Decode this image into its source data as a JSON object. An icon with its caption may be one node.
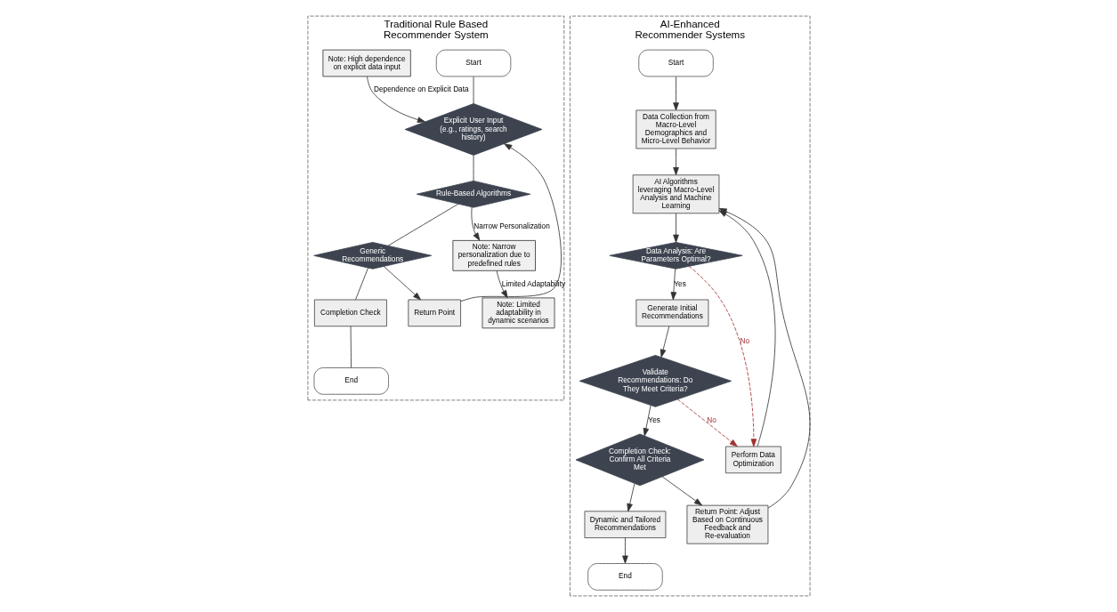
{
  "diagram": {
    "nodes": [
      {
        "text": [
          "Traditional Rule Based Recommender System"
        ]
      },
      {
        "text": [
          "Start"
        ],
        "in": 0
      },
      {
        "text": [
          "Explicit User Input (e.g., ratings, search history)"
        ],
        "in": 0
      },
      {
        "text": [
          "Rule-Based Algorithms"
        ],
        "in": 0
      },
      {
        "text": [
          "Generic Recommendations"
        ],
        "in": 0
      },
      {
        "text": [
          "Completion Check"
        ],
        "in": 0
      },
      {
        "text": [
          "End"
        ],
        "in": 0
      },
      {
        "text": [
          "Note: High dependence on explicit data input"
        ],
        "in": 0
      },
      {
        "text": [
          "Note: Narrow personalization due to predefined rules"
        ],
        "in": 0
      },
      {
        "text": [
          "Note: Limited adaptability in dynamic scenarios"
        ],
        "in": 0
      },
      {
        "text": [
          "Return Point"
        ],
        "in": 0
      },
      {
        "text": [
          "AI-Enhanced Recommender Systems"
        ]
      },
      {
        "text": [
          "Start"
        ],
        "in": 11
      },
      {
        "text": [
          "Data Collection from Macro-Level Demographics and Micro-Level Behavior"
        ],
        "in": 11
      },
      {
        "text": [
          "AI Algorithms leveraging Macro-Level Analysis and Machine Learning"
        ],
        "in": 11
      },
      {
        "text": [
          "Data Analysis: Are Parameters Optimal?"
        ],
        "in": 11
      },
      {
        "text": [
          "Generate Initial Recommendations"
        ],
        "in": 11
      },
      {
        "text": [
          "Validate Recommendations: Do They Meet Criteria?"
        ],
        "in": 11
      },
      {
        "text": [
          "Completion Check: Confirm All Criteria Met"
        ],
        "in": 11
      },
      {
        "text": [
          "Dynamic and Tailored Recommendations"
        ],
        "in": 11
      },
      {
        "text": [
          "End"
        ],
        "in": 11
      },
      {
        "text": [
          "Perform Data Optimization"
        ],
        "in": 11
      },
      {
        "text": [
          "Return Point: Adjust Based on Continuous Feedback and Re-evaluation"
        ],
        "in": 11
      }
    ],
    "edges": [
      {
        "from": 1,
        "to": 2,
        "arrow": "none"
      },
      {
        "from": 2,
        "to": 3,
        "arrow": "none"
      },
      {
        "from": 3,
        "to": 4,
        "arrow": "none"
      },
      {
        "from": 4,
        "to": 5,
        "arrow": "none"
      },
      {
        "from": 5,
        "to": 6,
        "arrow": "none"
      },
      {
        "from": 7,
        "to": 2,
        "arrow": "to",
        "label": "Dependence on Explicit Data"
      },
      {
        "from": 10,
        "to": 2,
        "arrow": "to"
      },
      {
        "from": 3,
        "to": 8,
        "arrow": "to",
        "label": "Narrow Personalization"
      },
      {
        "from": 8,
        "to": 9,
        "arrow": "to",
        "label": "Limited Adaptability"
      },
      {
        "from": 4,
        "to": 10,
        "arrow": "to"
      },
      {
        "from": 12,
        "to": 13,
        "arrow": "to"
      },
      {
        "from": 13,
        "to": 14,
        "arrow": "to"
      },
      {
        "from": 14,
        "to": 15,
        "arrow": "to"
      },
      {
        "from": 15,
        "to": 16,
        "arrow": "to",
        "label": "Yes"
      },
      {
        "from": 16,
        "to": 17,
        "arrow": "to"
      },
      {
        "from": 17,
        "to": 18,
        "arrow": "to",
        "label": "Yes"
      },
      {
        "from": 18,
        "to": 19,
        "arrow": "to"
      },
      {
        "from": 19,
        "to": 20,
        "arrow": "to"
      },
      {
        "from": 15,
        "to": 21,
        "arrow": "to",
        "label": "No",
        "style": "dashed",
        "color": "#a03030"
      },
      {
        "from": 17,
        "to": 21,
        "arrow": "to",
        "label": "No",
        "style": "dashed",
        "color": "#a03030"
      },
      {
        "from": 18,
        "to": 22,
        "arrow": "to"
      },
      {
        "from": 21,
        "to": 14,
        "arrow": "to"
      },
      {
        "from": 22,
        "to": 14,
        "arrow": "to"
      }
    ]
  }
}
